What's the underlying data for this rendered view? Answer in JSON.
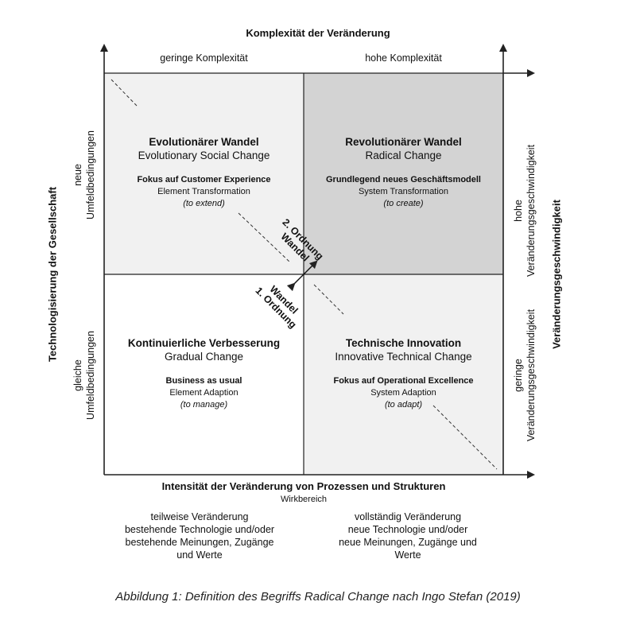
{
  "top_title": "Komplexität der Veränderung",
  "top_left_label": "geringe Komplexität",
  "top_right_label": "hohe Komplexität",
  "left_title": "Technologisierung der Gesellschaft",
  "left_top_label": "neue\nUmfeldbedingungen",
  "left_top_line1": "neue",
  "left_top_line2": "Umfeldbedingungen",
  "left_bottom_line1": "gleiche",
  "left_bottom_line2": "Umfeldbedingungen",
  "right_title": "Veränderungsgeschwindigkeit",
  "right_top_line1": "hohe",
  "right_top_line2": "Veränderungsgeschwindigkeit",
  "right_bottom_line1": "geringe",
  "right_bottom_line2": "Veränderungsgeschwindigkeit",
  "bottom_title": "Intensität der Veränderung von Prozessen und Strukturen",
  "bottom_subtitle": "Wirkbereich",
  "bottom_left": [
    "teilweise Veränderung",
    "bestehende Technologie und/oder",
    "bestehende Meinungen, Zugänge",
    "und Werte"
  ],
  "bottom_right": [
    "vollständig Veränderung",
    "neue Technologie und/oder",
    "neue Meinungen, Zugänge und",
    "Werte"
  ],
  "quadrants": {
    "tl": {
      "title": "Evolutionärer Wandel",
      "sub": "Evolutionary Social Change",
      "focus": "Fokus auf Customer Experience",
      "system": "Element Transformation",
      "note": "(to extend)"
    },
    "tr": {
      "title": "Revolutionärer Wandel",
      "sub": "Radical Change",
      "focus": "Grundlegend neues Geschäftsmodell",
      "system": "System Transformation",
      "note": "(to create)"
    },
    "bl": {
      "title": "Kontinuierliche Verbesserung",
      "sub": "Gradual Change",
      "focus": "Business as usual",
      "system": "Element Adaption",
      "note": "(to manage)"
    },
    "br": {
      "title": "Technische Innovation",
      "sub": "Innovative Technical Change",
      "focus": "Fokus auf Operational Excellence",
      "system": "System Adaption",
      "note": "(to adapt)"
    }
  },
  "order2": [
    "2. Ordnung",
    "Wandel"
  ],
  "order1": [
    "Wandel",
    "1. Ordnung"
  ],
  "caption": "Abbildung 1: Definition des Begriffs Radical Change nach Ingo Stefan (2019)",
  "colors": {
    "light": "#f1f1f1",
    "dark": "#d3d3d3",
    "white": "#ffffff",
    "line": "#222222"
  }
}
